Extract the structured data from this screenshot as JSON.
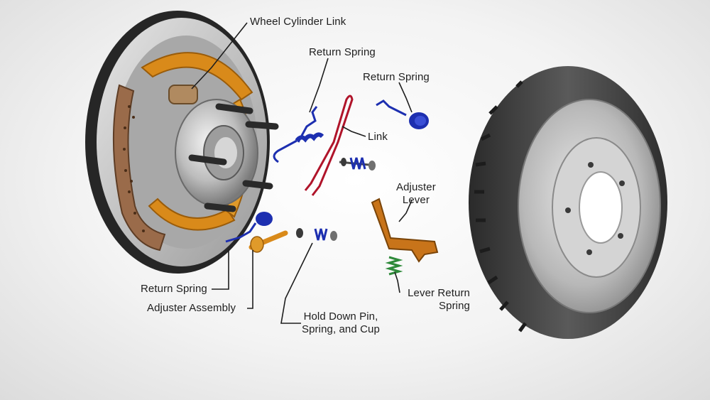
{
  "labels": {
    "wheel_cylinder_link": "Wheel Cylinder Link",
    "return_spring_top": "Return Spring",
    "return_spring_right": "Return Spring",
    "link": "Link",
    "adjuster_lever": "Adjuster\nLever",
    "lever_return_spring": "Lever Return\nSpring",
    "return_spring_bottom": "Return Spring",
    "adjuster_assembly": "Adjuster Assembly",
    "hold_down": "Hold Down Pin,\nSpring, and Cup"
  },
  "colors": {
    "spring_blue": "#1d2fb0",
    "link_red": "#b0142a",
    "shoe_orange": "#d98a1a",
    "lining_brown": "#9a6b4a",
    "lever_green_spring": "#2e8a3a",
    "drum_dark": "#3a3a3a",
    "drum_silver": "#c8c8c8"
  }
}
